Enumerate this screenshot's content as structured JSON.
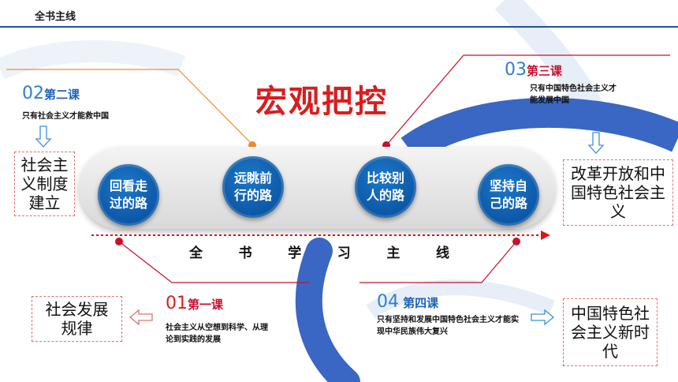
{
  "header": {
    "title": "全书主线"
  },
  "main_title": "宏观把控",
  "axis_label_chars": [
    "全",
    "书",
    "学",
    "习",
    "主",
    "线"
  ],
  "steps": [
    "回看走过的路",
    "远眺前行的路",
    "比较别人的路",
    "坚持自己的路"
  ],
  "lessons": {
    "l2": {
      "num": "02",
      "name": "第二课",
      "desc": "只有社会主义才能救中国",
      "box": "社会主义制度建立"
    },
    "l3": {
      "num": "03",
      "name": "第三课",
      "desc": "只有中国特色社会主义才能发展中国",
      "box": "改革开放和中国特色社会主义"
    },
    "l1": {
      "num": "01",
      "name": "第一课",
      "desc": "社会主义从空想到科学、从理论到实践的发展",
      "box": "社会发展规律"
    },
    "l4": {
      "num": "04",
      "name": "第四课",
      "desc": "只有坚持和发展中国特色社会主义才能实现中华民族伟大复兴",
      "box": "中国特色社会主义新时代"
    }
  },
  "colors": {
    "accent_blue": "#0c57a6",
    "title_red": "#d81e1e",
    "line_orange": "#f08a2c",
    "line_red": "#c8102e"
  }
}
